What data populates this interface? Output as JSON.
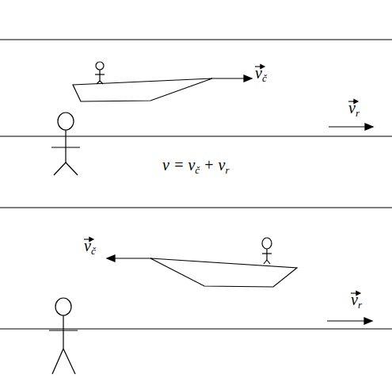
{
  "diagram": {
    "labels": [
      "vč",
      "vr",
      "v = vč + vr",
      "vč",
      "vr"
    ]
  }
}
